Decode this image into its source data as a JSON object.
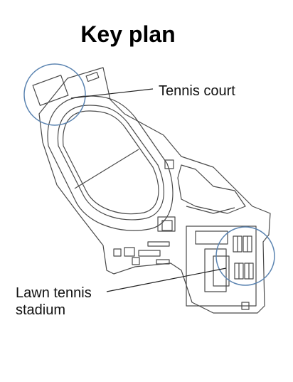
{
  "title": "Key plan",
  "labels": {
    "tennis_court": "Tennis court",
    "lawn_tennis_line1": "Lawn tennis",
    "lawn_tennis_line2": "stadium"
  },
  "colors": {
    "callout_circle": "#5b84b1",
    "map_line": "#4a4a4a",
    "fill": "#ffffff"
  }
}
